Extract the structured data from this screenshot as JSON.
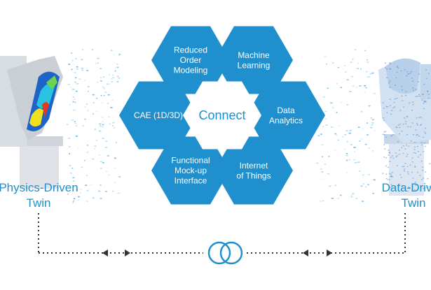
{
  "diagram": {
    "center_label": "Connect",
    "hexagons": [
      {
        "id": "rom",
        "lines": [
          "Reduced",
          "Order",
          "Modeling"
        ]
      },
      {
        "id": "ml",
        "lines": [
          "Machine",
          "Learning"
        ]
      },
      {
        "id": "cae",
        "lines": [
          "CAE (1D/3D)"
        ]
      },
      {
        "id": "da",
        "lines": [
          "Data",
          "Analytics"
        ]
      },
      {
        "id": "fmi",
        "lines": [
          "Functional",
          "Mock-up",
          "Interface"
        ]
      },
      {
        "id": "iot",
        "lines": [
          "Internet",
          "of Things"
        ]
      }
    ],
    "left_twin": {
      "title_line1": "Physics-Driven",
      "title_line2": "Twin"
    },
    "right_twin": {
      "title_line1": "Data-Driven",
      "title_line2": "Twin"
    }
  },
  "colors": {
    "hex_fill": "#1f8fce",
    "hex_center_fill": "#ffffff",
    "text_on_hex": "#ffffff",
    "accent": "#1f8fce",
    "arrow": "#333333"
  },
  "icons": {
    "left_robot": "robot-arm-physics-icon",
    "right_robot": "robot-arm-data-icon",
    "link": "interlocked-rings-icon"
  }
}
